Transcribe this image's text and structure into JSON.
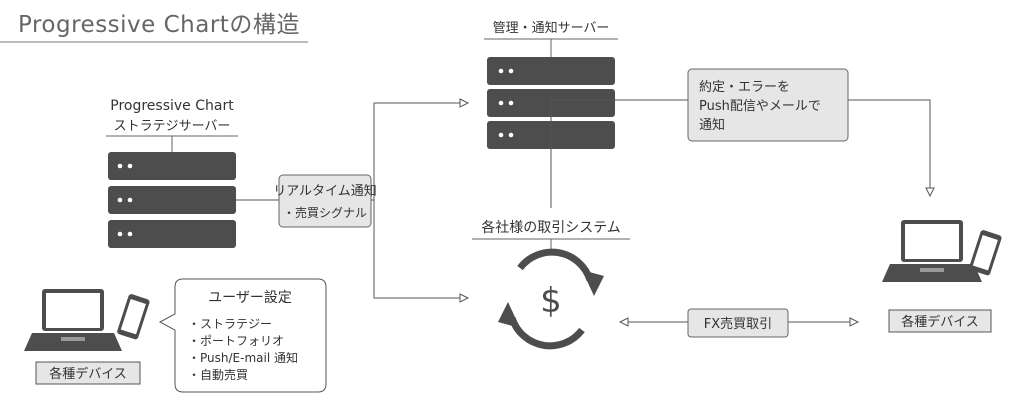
{
  "title": "Progressive Chartの構造",
  "strategy_server": {
    "name": "Progressive Chart",
    "subtitle": "ストラテジサーバー"
  },
  "management_server": {
    "label": "管理・通知サーバー"
  },
  "realtime_box": {
    "line1": "リアルタイム通知",
    "line2": "・売買シグナル"
  },
  "notify_box": {
    "line1": "約定・エラーを",
    "line2": "Push配信やメールで",
    "line3": "通知"
  },
  "trading_system": {
    "label": "各社様の取引システム",
    "symbol": "$"
  },
  "fx_box": {
    "label": "FX売買取引"
  },
  "user_settings": {
    "title": "ユーザー設定",
    "items": [
      "・ストラテジー",
      "・ポートフォリオ",
      "・Push/E-mail 通知",
      "・自動売買"
    ]
  },
  "left_device": {
    "label": "各種デバイス"
  },
  "right_device": {
    "label": "各種デバイス"
  },
  "colors": {
    "server": "#4d4d4d",
    "line": "#555555",
    "box_fill": "#e6e6e6",
    "box_stroke": "#666666",
    "title_text": "#666666"
  }
}
